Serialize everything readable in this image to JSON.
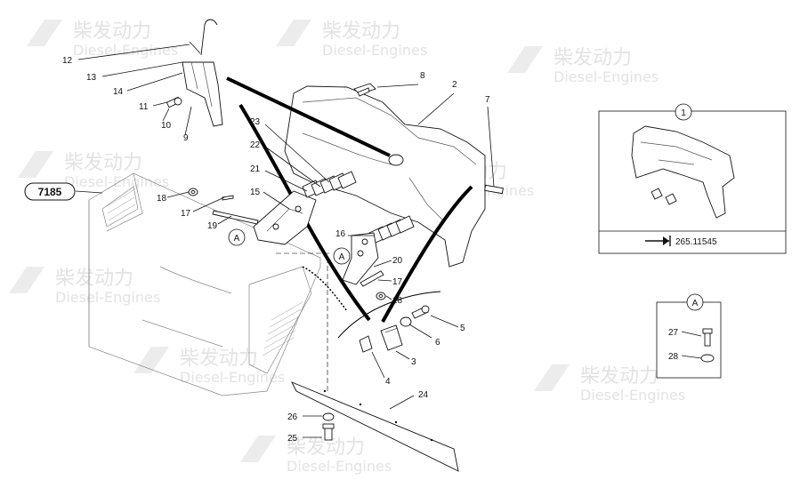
{
  "watermark": {
    "brand_cn": "柴发动力",
    "brand_en": "Diesel-Engines"
  },
  "group_ref": "7185",
  "callouts": {
    "c2": "2",
    "c3": "3",
    "c4": "4",
    "c5": "5",
    "c6": "6",
    "c7": "7",
    "c8": "8",
    "c9": "9",
    "c10": "10",
    "c11": "11",
    "c12": "12",
    "c13": "13",
    "c14": "14",
    "c15": "15",
    "c16": "16",
    "c17a": "17",
    "c17b": "17",
    "c18a": "18",
    "c18b": "18",
    "c19": "19",
    "c20": "20",
    "c21": "21",
    "c22": "22",
    "c23": "23",
    "c24": "24",
    "c25": "25",
    "c26": "26",
    "c27": "27",
    "c28": "28"
  },
  "detail_marks": {
    "a1": "A",
    "a2": "A",
    "a3": "A"
  },
  "inset1": {
    "number": "1",
    "reference": "265.11545"
  },
  "inset2": {
    "title": "A"
  }
}
